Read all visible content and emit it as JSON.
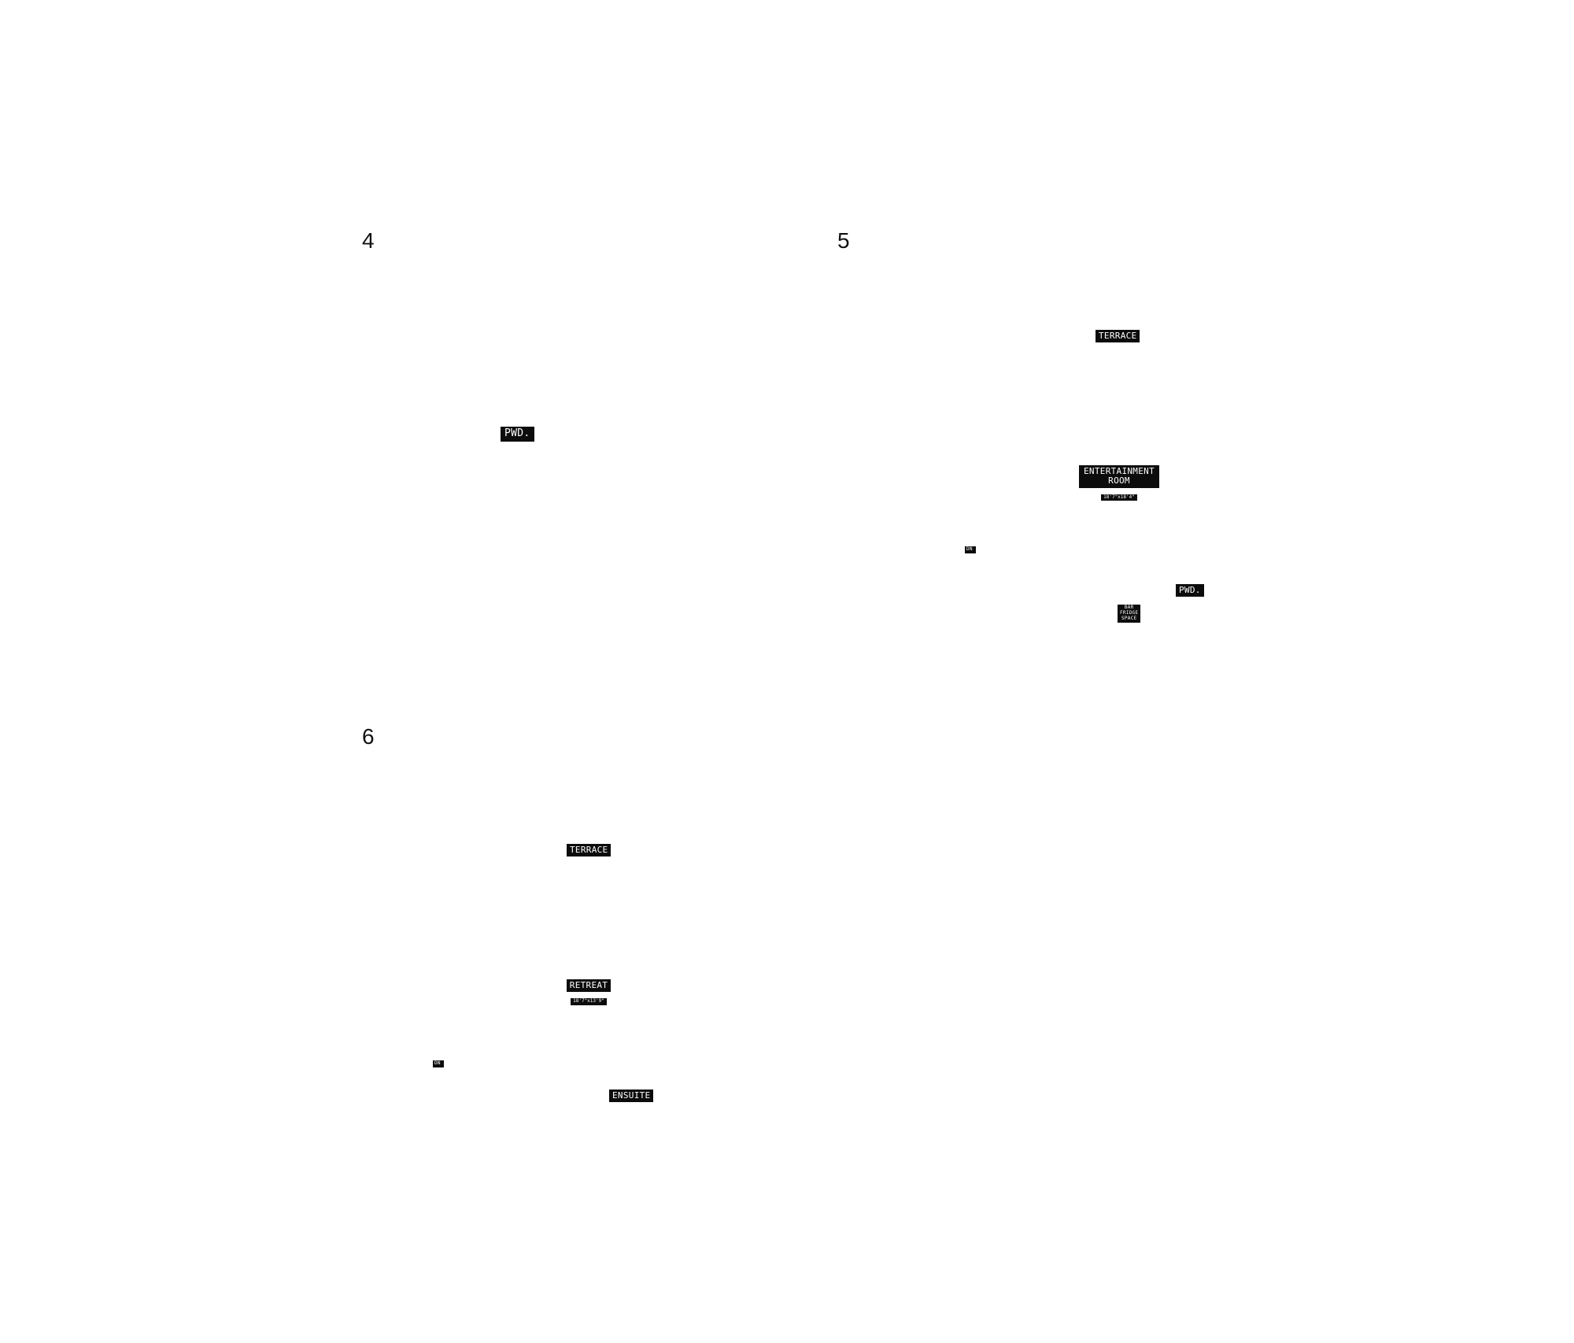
{
  "floors": [
    {
      "number": "4",
      "labels": {
        "powder": "PWD."
      }
    },
    {
      "number": "5",
      "labels": {
        "terrace": "TERRACE",
        "entertainment_line1": "ENTERTAINMENT",
        "entertainment_line2": "ROOM",
        "entertainment_dim": "18'7\"x18'4\"",
        "down": "DN",
        "powder": "PWD.",
        "bar_fridge_line1": "BAR",
        "bar_fridge_line2": "FRIDGE",
        "bar_fridge_line3": "SPACE"
      }
    },
    {
      "number": "6",
      "labels": {
        "terrace": "TERRACE",
        "retreat": "RETREAT",
        "retreat_dim": "18'7\"x13'9\"",
        "down": "DN",
        "ensuite": "ENSUITE"
      }
    }
  ]
}
